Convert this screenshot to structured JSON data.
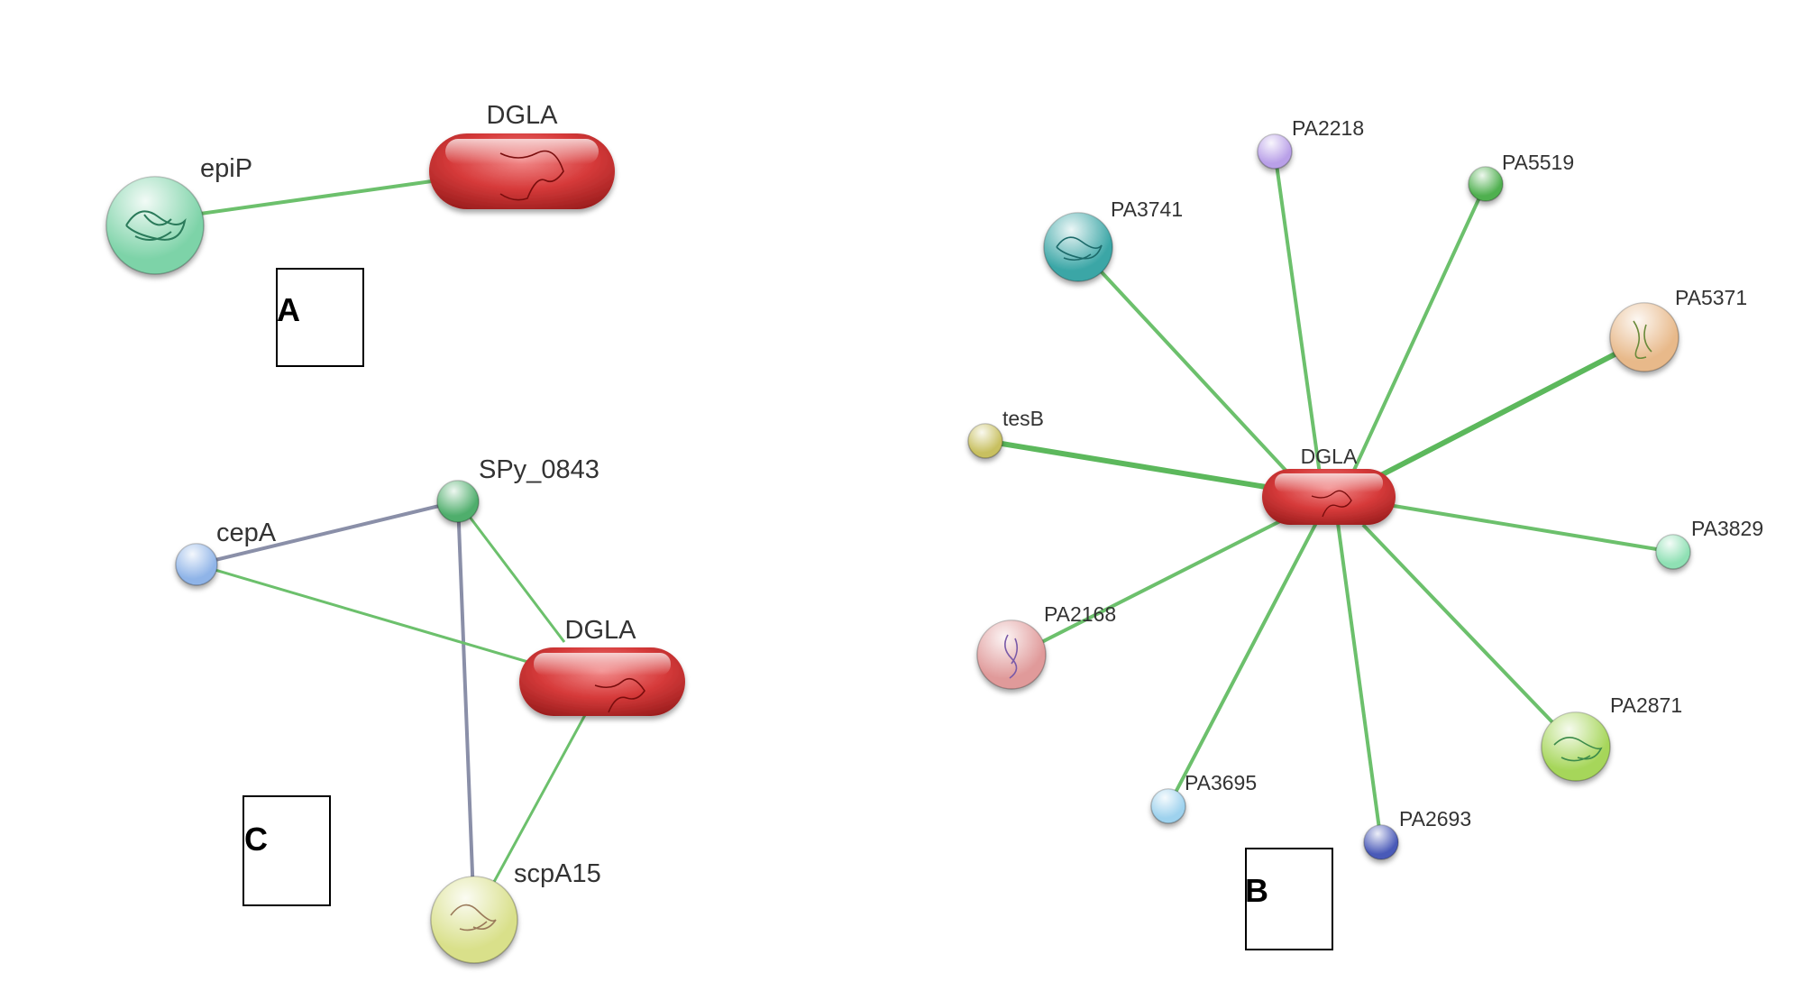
{
  "panels": [
    {
      "letter": "A"
    },
    {
      "letter": "B"
    },
    {
      "letter": "C"
    }
  ],
  "nodes": {
    "a_dgla": {
      "label": "DGLA"
    },
    "a_epip": {
      "label": "epiP",
      "color": "#7dd3a8"
    },
    "c_spy": {
      "label": "SPy_0843",
      "color": "#4fae6c"
    },
    "c_cepa": {
      "label": "cepA",
      "color": "#8fb4e8"
    },
    "c_dgla": {
      "label": "DGLA"
    },
    "c_scpa": {
      "label": "scpA15",
      "color": "#d9e08a"
    },
    "b_dgla": {
      "label": "DGLA"
    },
    "b_pa2218": {
      "label": "PA2218",
      "color": "#b9a0e8"
    },
    "b_pa5519": {
      "label": "PA5519",
      "color": "#4fb04f"
    },
    "b_pa3741": {
      "label": "PA3741",
      "color": "#3aa6a6"
    },
    "b_pa5371": {
      "label": "PA5371",
      "color": "#e8b98a"
    },
    "b_tesb": {
      "label": "tesB",
      "color": "#c8c060"
    },
    "b_pa3829": {
      "label": "PA3829",
      "color": "#8fe0b4"
    },
    "b_pa2168": {
      "label": "PA2168",
      "color": "#e09a9a"
    },
    "b_pa2871": {
      "label": "PA2871",
      "color": "#a6d65a"
    },
    "b_pa3695": {
      "label": "PA3695",
      "color": "#9ed2ee"
    },
    "b_pa2693": {
      "label": "PA2693",
      "color": "#4a5ab8"
    }
  },
  "colors": {
    "dgla_pill": "#d63a3a",
    "edge_green": "#6cc06c",
    "edge_grey": "#8a8fa8"
  }
}
